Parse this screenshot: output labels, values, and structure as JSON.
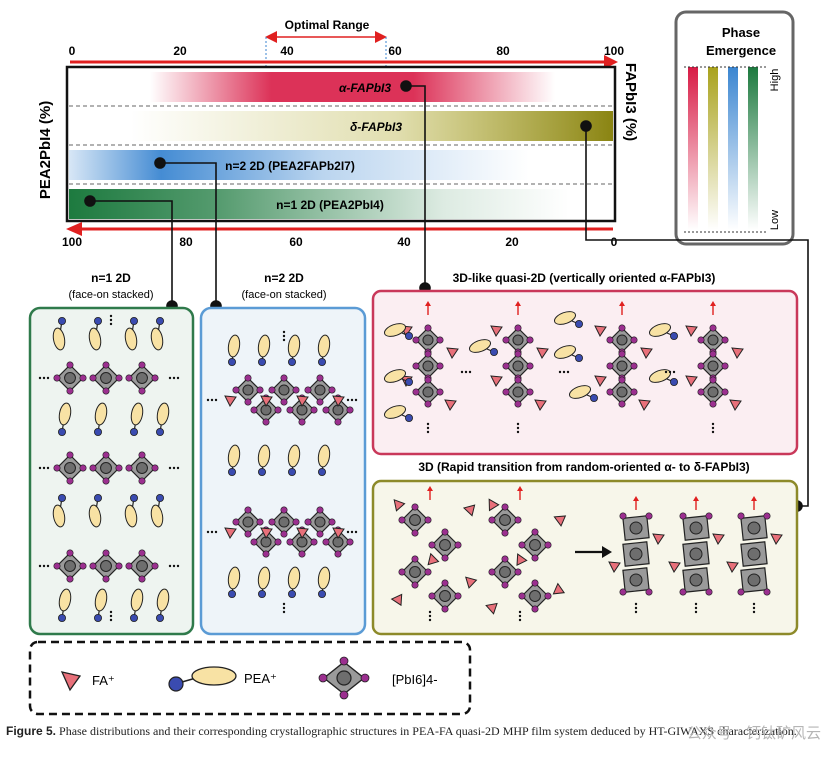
{
  "top_axis": {
    "optimal_range_label": "Optimal Range",
    "ticks": [
      "0",
      "20",
      "40",
      "60",
      "80",
      "100"
    ],
    "title": "FAPbI3 (%)"
  },
  "bottom_axis": {
    "ticks": [
      "100",
      "80",
      "60",
      "40",
      "20",
      "0"
    ],
    "title": "PEA2PbI4 (%)"
  },
  "phase_bands": [
    {
      "label": "α-FAPbI3",
      "color": "#d81b45"
    },
    {
      "label": "δ-FAPbI3",
      "color": "#a9a21c"
    },
    {
      "label": "n=2 2D (PEA2FAPb2I7)",
      "color": "#3b86d1"
    },
    {
      "label": "n=1 2D (PEA2PbI4)",
      "color": "#1d7a3f"
    }
  ],
  "phase_emergence": {
    "title": "Phase Emergence",
    "high_label": "High",
    "low_label": "Low",
    "colors": [
      "#d81b45",
      "#a9a21c",
      "#3b86d1",
      "#1d7a3f"
    ]
  },
  "panels": {
    "n1": {
      "title": "n=1 2D",
      "subtitle": "(face-on stacked)",
      "border": "#2f7a4b",
      "fill": "#eef4f0"
    },
    "n2": {
      "title": "n=2 2D",
      "subtitle": "(face-on stacked)",
      "border": "#5b9bd5",
      "fill": "#eef4f9"
    },
    "quasi": {
      "title": "3D-like quasi-2D (vertically oriented α-FAPbI3)",
      "border": "#c9385a",
      "fill": "#fbeef2"
    },
    "threeD": {
      "title": "3D (Rapid transition from random-oriented α- to δ-FAPbI3)",
      "border": "#8d8a2a",
      "fill": "#f7f6ea"
    }
  },
  "legend": {
    "fa_label": "FA⁺",
    "pea_label": "PEA⁺",
    "pbi_label": "[PbI6]4-"
  },
  "caption": {
    "label": "Figure 5.",
    "text": "Phase distributions and their corresponding crystallographic structures in PEA-FA quasi-2D MHP film system deduced by HT-GIWAXS characterization."
  },
  "watermark": "公众号 · 钙钛矿风云"
}
